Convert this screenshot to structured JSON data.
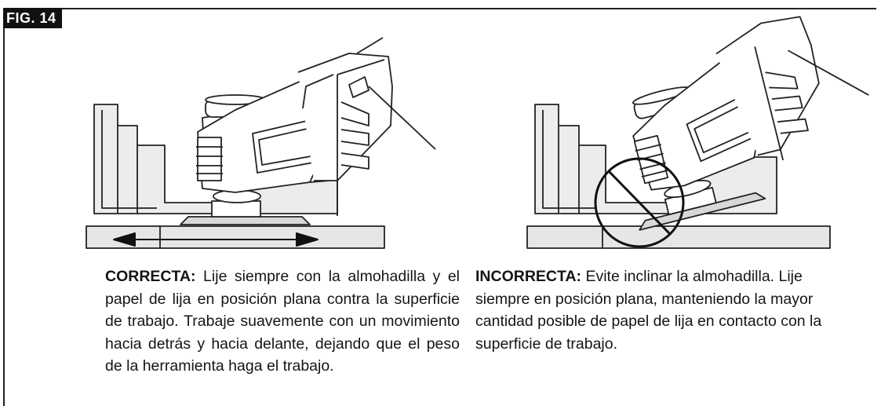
{
  "figure": {
    "label": "FIG. 14"
  },
  "captions": {
    "correct": {
      "heading": "CORRECTA:",
      "text": " Lije siempre con la almohadilla y el papel de lija en posición plana contra la superficie de trabajo. Trabaje suavemente con un movimiento hacia detrás y hacia delante, dejando que el peso de la herramienta haga el trabajo."
    },
    "incorrect": {
      "heading": "INCORRECTA:",
      "text": " Evite inclinar la almohadilla. Lije siempre en posición plana, manteniendo la mayor cantidad posible de papel de lija en contacto con la superficie de trabajo."
    }
  },
  "illustrations": {
    "correct": {
      "icon": "back-and-forth-arrow-icon"
    },
    "incorrect": {
      "icon": "prohibited-icon"
    }
  }
}
